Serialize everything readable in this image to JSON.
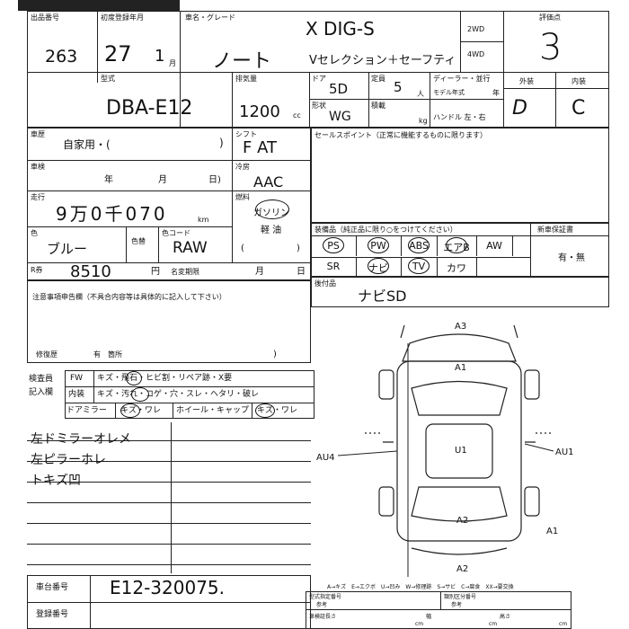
{
  "header": {
    "lot_label": "出品番号",
    "lot_number": "263",
    "first_reg_label": "初度登録年月",
    "reg_year": "27",
    "reg_month": "1",
    "month_unit": "月",
    "car_name_label": "車名・グレード",
    "car_model_name": "ノート",
    "grade_top": "X DIG-S",
    "grade_bottom": "Vセレクション＋セーフティ",
    "drive_2wd": "2WD",
    "drive_4wd": "4WD",
    "score_label": "評価点",
    "score": "3",
    "model_label": "型式",
    "model_code": "DBA-E12",
    "displacement_label": "排気量",
    "displacement": "1200",
    "cc_unit": "cc",
    "doors_label": "ドア",
    "doors": "5D",
    "capacity_label": "定員",
    "capacity": "5",
    "capacity_unit": "人",
    "dealer_label": "ディーラー・並行",
    "model_year_label": "モデル年式",
    "year_unit": "年",
    "body_label": "形状",
    "body_type": "WG",
    "load_label": "積載",
    "load_unit": "kg",
    "handle_label": "ハンドル 左・右",
    "exterior_label": "外装",
    "interior_label": "内装",
    "exterior_grade": "D",
    "interior_grade": "C"
  },
  "details": {
    "usage_label": "車歴",
    "usage_value": "自家用・(",
    "usage_close": ")",
    "shift_label": "シフト",
    "shift_value": "F AT",
    "inspection_label": "車検",
    "year_unit": "年",
    "month_unit": "月",
    "day_unit": "日)",
    "ac_label": "冷房",
    "ac_value": "AAC",
    "mileage_label": "走行",
    "mileage_value": "9万0千070",
    "km_unit": "km",
    "fuel_label": "燃料",
    "fuel_value": "ガソリン",
    "fuel_diesel": "軽 油",
    "paren_open": "(",
    "paren_close": ")",
    "color_label": "色",
    "color_value": "ブルー",
    "color_change_label": "色替",
    "color_code_label": "色コード",
    "color_code": "RAW",
    "recycle_label": "R券",
    "recycle_value": "8510",
    "yen_unit": "円",
    "name_change_label": "名変期限",
    "month2_unit": "月",
    "day2_unit": "日",
    "sales_point_label": "セールスポイント（正常に機能するものに限ります）",
    "equipment_label": "装備品（純正品に限り○をつけてください）",
    "new_car_warranty_label": "新車保証書",
    "warranty_value": "有・無",
    "equipment_row1": [
      "PS",
      "PW",
      "ABS",
      "エアB",
      "AW"
    ],
    "equipment_row2": [
      "SR",
      "ナビ",
      "TV",
      "カワ"
    ],
    "aftermarket_label": "後付品",
    "aftermarket_value": "ナビSD",
    "notes_label": "注意事項申告欄（不具合内容等は具体的に記入して下さい）",
    "repair_label": "修復歴",
    "repair_yes": "有",
    "repair_location": "箇所"
  },
  "inspector": {
    "label_line1": "検査員",
    "label_line2": "記入欄",
    "fw_label": "FW",
    "fw_text": "キズ・飛石・ヒビ割・リペア跡・X要",
    "interior_label": "内装",
    "interior_text": "キズ・汚れ・コゲ・穴・スレ・ヘタリ・破レ",
    "mirror_label": "ドアミラー",
    "mirror_text": "キズ・ワレ",
    "wheel_label": "ホイール・キャップ",
    "wheel_text": "キズ・ワレ",
    "remarks": [
      "左ドミラーオレメ",
      "左ピラーホレ",
      "トキズ凹"
    ]
  },
  "diagram": {
    "marks": [
      "A3",
      "A1",
      "AU4",
      "U1",
      "AU1",
      "A2",
      "A1",
      "A2"
    ],
    "legend": "A→キズ　E→エクボ　U→凹み　W→修理跡　S→サビ　C→腐食　XX→要交換"
  },
  "footer": {
    "chassis_label": "車台番号",
    "chassis_value": "E12-320075.",
    "reg_label": "登録番号",
    "cert_label_1": "型式指定番号",
    "cert_label_2": "参考",
    "class_label_1": "類別区分番号",
    "class_label_2": "参考",
    "length_label": "車検証長さ",
    "width_label": "幅",
    "height_label": "高さ",
    "cm_unit": "cm"
  }
}
